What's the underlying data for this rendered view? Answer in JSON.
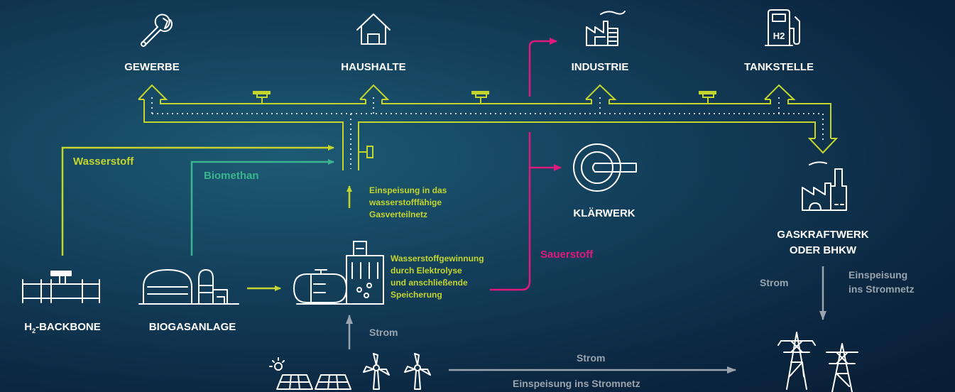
{
  "nodes": {
    "gewerbe": "GEWERBE",
    "haushalte": "HAUSHALTE",
    "industrie": "INDUSTRIE",
    "tankstelle": "TANKSTELLE",
    "tankstelle_sign": "H2",
    "klaerwerk": "KLÄRWERK",
    "gaskraftwerk_line1": "GASKRAFTWERK",
    "gaskraftwerk_line2": "ODER BHKW",
    "backbone_prefix": "H",
    "backbone_sub": "2",
    "backbone_suffix": "-BACKBONE",
    "biogasanlage": "BIOGASANLAGE"
  },
  "flows": {
    "wasserstoff": "Wasserstoff",
    "biomethan": "Biomethan",
    "sauerstoff": "Sauerstoff",
    "einspeisung_gas": [
      "Einspeisung in das",
      "wasserstofffähige",
      "Gasverteilnetz"
    ],
    "elektrolyse": [
      "Wasserstoffgewinnung",
      "durch Elektrolyse",
      "und anschließende",
      "Speicherung"
    ],
    "strom_up": "Strom",
    "strom_bottom": "Strom",
    "einspeisung_netz_bottom": "Einspeisung ins Stromnetz",
    "strom_right": "Strom",
    "einspeisung_netz_right": [
      "Einspeisung",
      "ins Stromnetz"
    ]
  },
  "colors": {
    "network": "#c4d62e",
    "biomethan": "#3ab58f",
    "sauerstoff": "#e0197d",
    "strom": "#9aa4ae",
    "icons": "#ffffff"
  }
}
